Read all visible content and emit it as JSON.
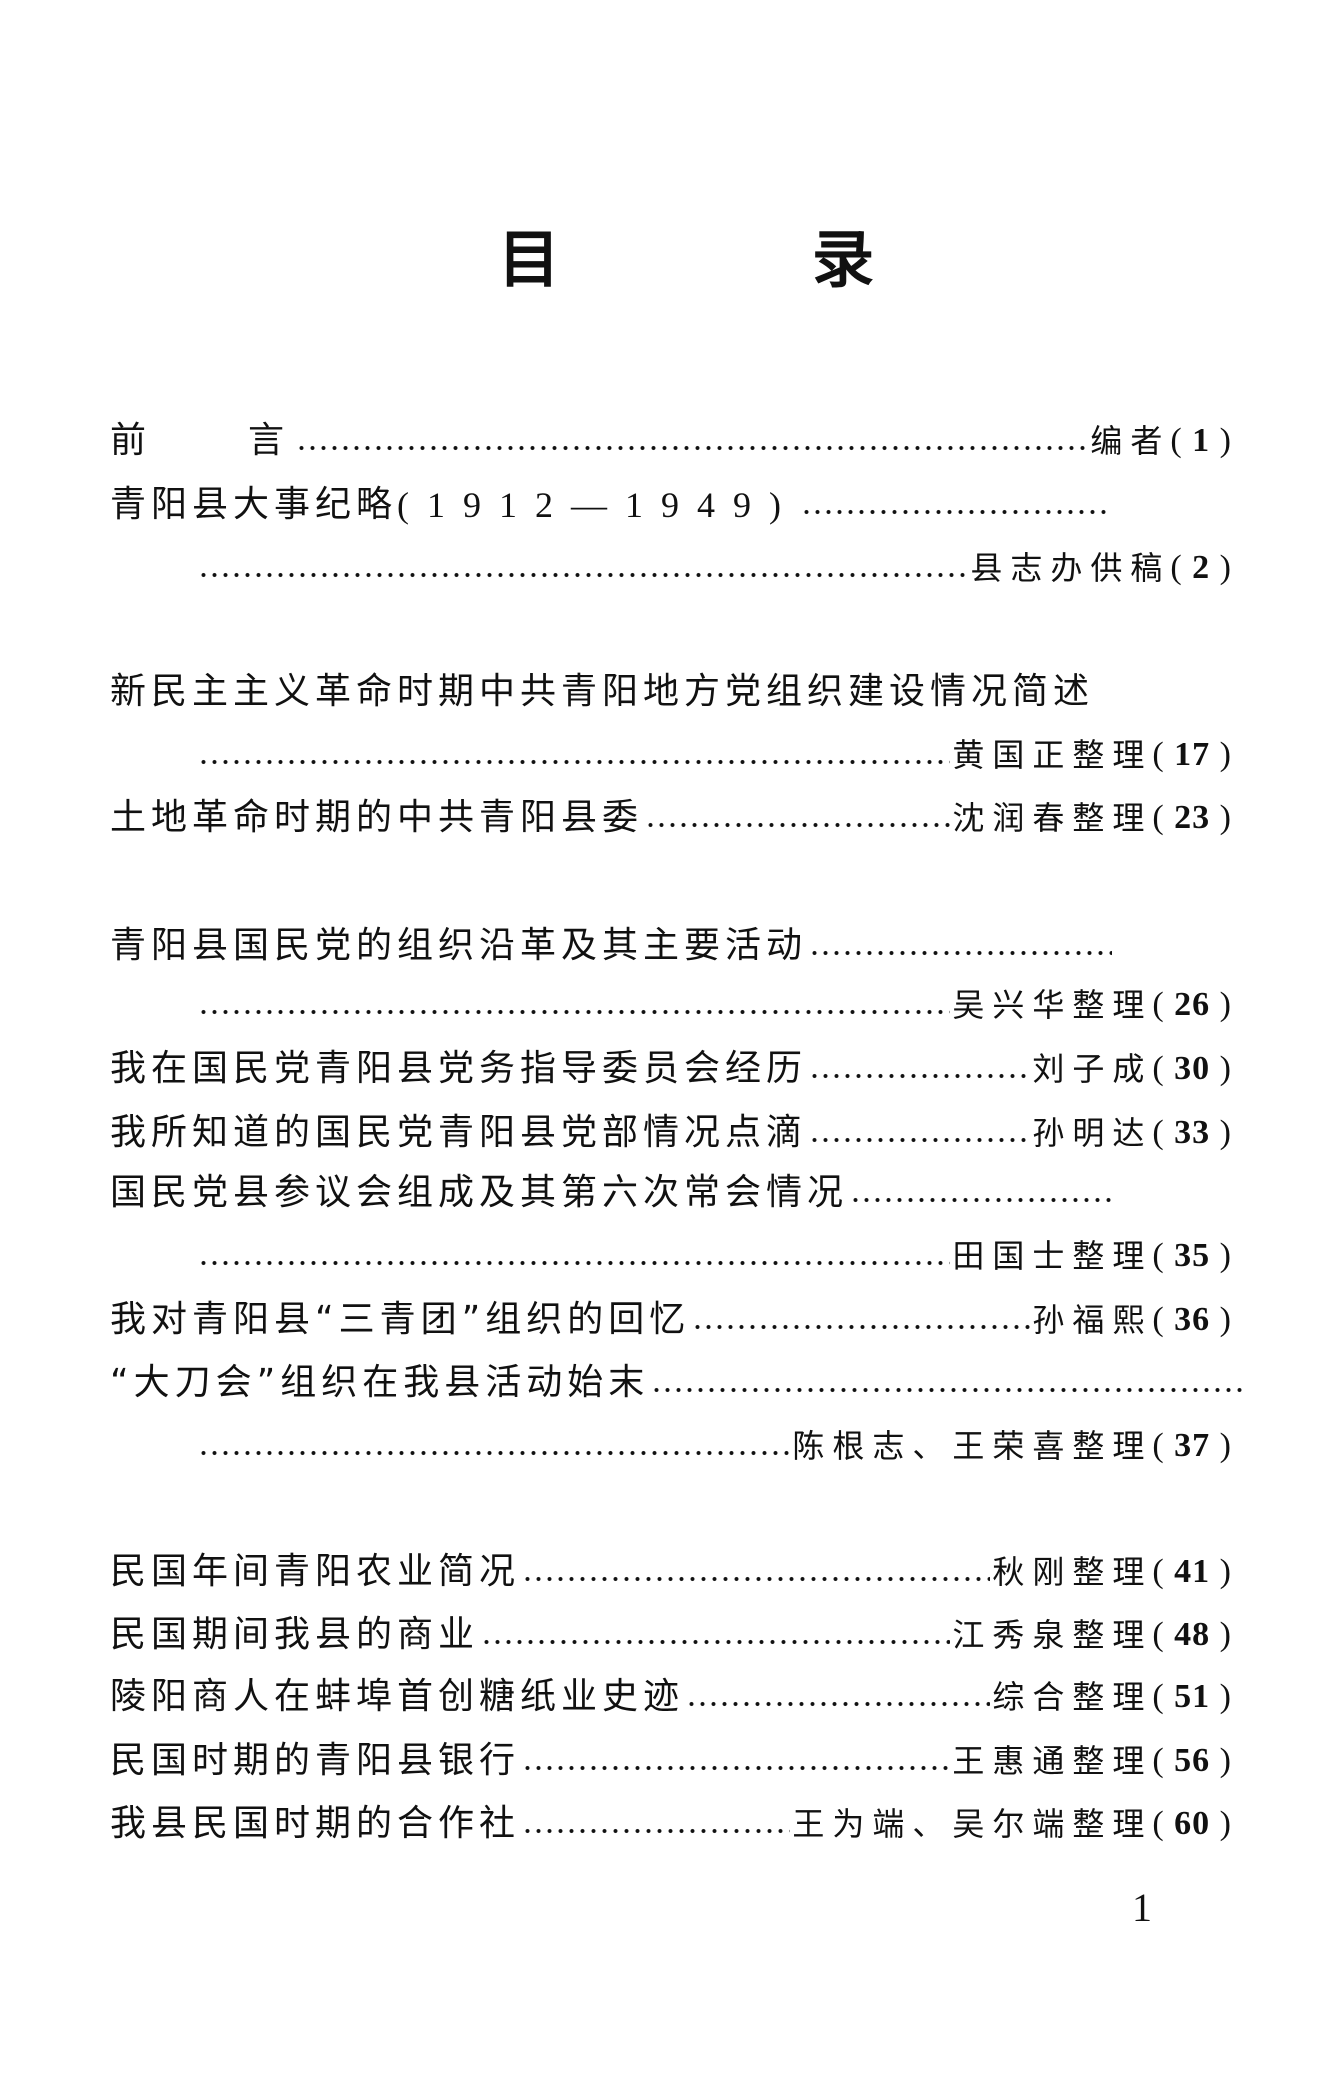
{
  "heading": {
    "char1": "目",
    "char2": "录"
  },
  "entries": [
    {
      "title": "前　　言",
      "author": "编者",
      "page": "1"
    },
    {
      "title": "青阳县大事纪略",
      "title_years": "(1912—1949)",
      "author": "县志办供稿",
      "page": "2"
    },
    {
      "title": "新民主主义革命时期中共青阳地方党组织建设情况简述",
      "author": "黄国正整理",
      "page": "17"
    },
    {
      "title": "土地革命时期的中共青阳县委",
      "author": "沈润春整理",
      "page": "23"
    },
    {
      "title": "青阳县国民党的组织沿革及其主要活动",
      "author": "吴兴华整理",
      "page": "26"
    },
    {
      "title": "我在国民党青阳县党务指导委员会经历",
      "author": "刘子成",
      "page": "30"
    },
    {
      "title": "我所知道的国民党青阳县党部情况点滴",
      "author": "孙明达",
      "page": "33"
    },
    {
      "title": "国民党县参议会组成及其第六次常会情况",
      "author": "田国士整理",
      "page": "35"
    },
    {
      "title": "我对青阳县“三青团”组织的回忆",
      "author": "孙福熙",
      "page": "36"
    },
    {
      "title": "“大刀会”组织在我县活动始末",
      "author": "陈根志、王荣喜整理",
      "page": "37"
    },
    {
      "title": "民国年间青阳农业简况",
      "author": "秋刚整理",
      "page": "41"
    },
    {
      "title": "民国期间我县的商业",
      "author": "江秀泉整理",
      "page": "48"
    },
    {
      "title": "陵阳商人在蚌埠首创糖纸业史迹",
      "author": "综合整理",
      "page": "51"
    },
    {
      "title": "民国时期的青阳县银行",
      "author": "王惠通整理",
      "page": "56"
    },
    {
      "title": "我县民国时期的合作社",
      "author": "王为端、吴尔端整理",
      "page": "60"
    }
  ],
  "page_number": "1"
}
